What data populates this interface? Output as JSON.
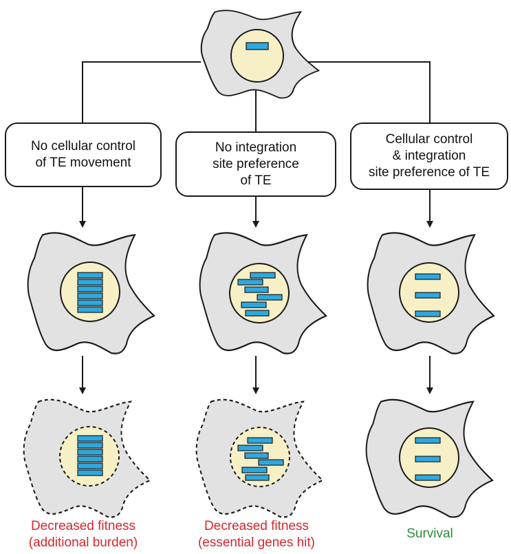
{
  "boxes": [
    {
      "label": "No cellular control\nof TE movement"
    },
    {
      "label": "No integration\nsite preference\nof TE"
    },
    {
      "label": "Cellular control\n& integration\nsite preference of TE"
    }
  ],
  "outcomes": [
    {
      "label": "Decreased fitness\n(additional burden)",
      "color": "#d7262c"
    },
    {
      "label": "Decreased fitness\n(essential genes hit)",
      "color": "#d7262c"
    },
    {
      "label": "Survival",
      "color": "#2e8b3c"
    }
  ],
  "colors": {
    "cell_fill": "#e2e2e2",
    "nucleus_fill": "#f7f0c6",
    "te_fill": "#2ea8e0",
    "line": "#1a1a1a"
  }
}
